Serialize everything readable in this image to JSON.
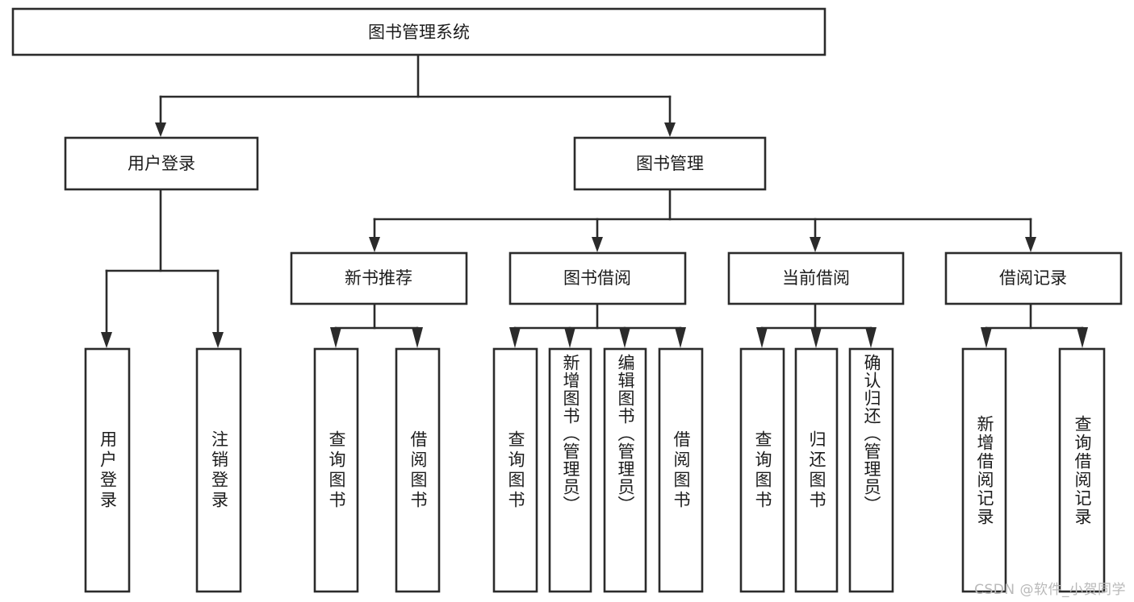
{
  "diagram": {
    "type": "tree-hierarchy",
    "title": "图书管理系统",
    "root": {
      "id": "root",
      "label": "图书管理系统",
      "orientation": "horizontal"
    },
    "level2": [
      {
        "id": "user-login",
        "label": "用户登录",
        "orientation": "horizontal"
      },
      {
        "id": "book-manage",
        "label": "图书管理",
        "orientation": "horizontal"
      }
    ],
    "level3": [
      {
        "id": "new-book-rec",
        "label": "新书推荐",
        "orientation": "horizontal",
        "parent": "book-manage"
      },
      {
        "id": "book-borrow",
        "label": "图书借阅",
        "orientation": "horizontal",
        "parent": "book-manage"
      },
      {
        "id": "current-borrow",
        "label": "当前借阅",
        "orientation": "horizontal",
        "parent": "book-manage"
      },
      {
        "id": "borrow-record",
        "label": "借阅记录",
        "orientation": "horizontal",
        "parent": "borrow-record-group"
      }
    ],
    "leaves": [
      {
        "id": "leaf-user-login",
        "label": "用户登录",
        "parent": "user-login",
        "orientation": "vertical"
      },
      {
        "id": "leaf-user-logout",
        "label": "注销登录",
        "parent": "user-login",
        "orientation": "vertical"
      },
      {
        "id": "leaf-query-book-1",
        "label": "查询图书",
        "parent": "new-book-rec",
        "orientation": "vertical"
      },
      {
        "id": "leaf-borrow-book-1",
        "label": "借阅图书",
        "parent": "new-book-rec",
        "orientation": "vertical"
      },
      {
        "id": "leaf-query-book-2",
        "label": "查询图书",
        "parent": "book-borrow",
        "orientation": "vertical"
      },
      {
        "id": "leaf-add-book",
        "label": "新增图书（管理员）",
        "parent": "book-borrow",
        "orientation": "vertical"
      },
      {
        "id": "leaf-edit-book",
        "label": "编辑图书（管理员）",
        "parent": "book-borrow",
        "orientation": "vertical"
      },
      {
        "id": "leaf-borrow-book-2",
        "label": "借阅图书",
        "parent": "book-borrow",
        "orientation": "vertical"
      },
      {
        "id": "leaf-query-book-3",
        "label": "查询图书",
        "parent": "current-borrow",
        "orientation": "vertical"
      },
      {
        "id": "leaf-return-book",
        "label": "归还图书",
        "parent": "current-borrow",
        "orientation": "vertical"
      },
      {
        "id": "leaf-confirm-return",
        "label": "确认归还（管理员）",
        "parent": "current-borrow",
        "orientation": "vertical"
      },
      {
        "id": "leaf-add-record",
        "label": "新增借阅记录",
        "parent": "borrow-record",
        "orientation": "vertical"
      },
      {
        "id": "leaf-query-record",
        "label": "查询借阅记录",
        "parent": "borrow-record",
        "orientation": "vertical"
      }
    ],
    "colors": {
      "background": "#ffffff",
      "box_fill": "#ffffff",
      "box_stroke": "#2b2b2b",
      "line": "#2b2b2b",
      "text": "#1c1c1c",
      "watermark": "#b9b9b9"
    }
  },
  "watermark": {
    "text": "CSDN @软件_小贺同学"
  }
}
